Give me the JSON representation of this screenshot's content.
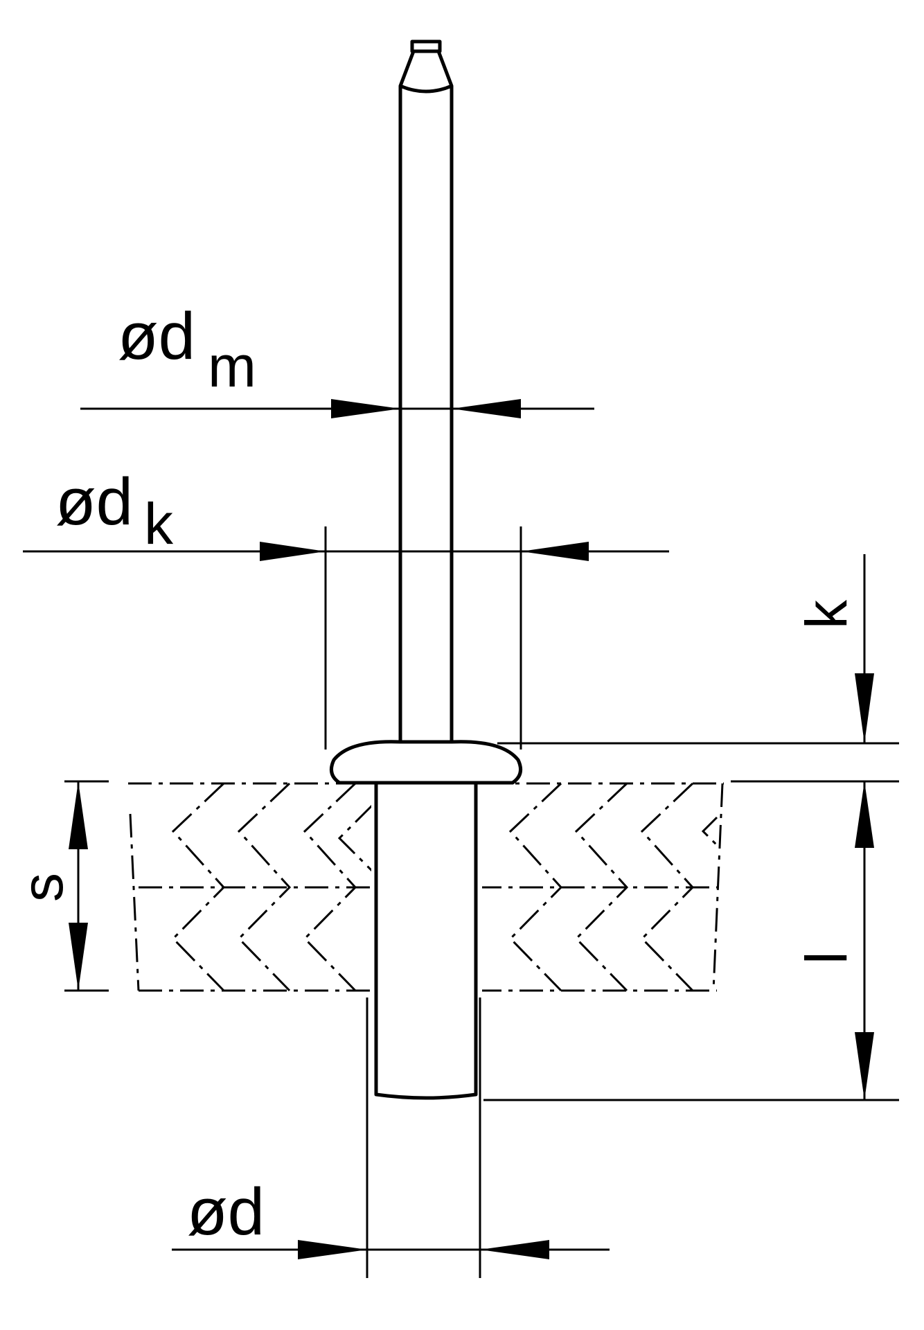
{
  "labels": {
    "d_m": {
      "main": "ød",
      "sub": "m"
    },
    "d_k": {
      "main": "ød",
      "sub": "k"
    },
    "d": "ød",
    "k": "k",
    "s": "s",
    "l": "l"
  },
  "colors": {
    "ink": "#000000",
    "background": "#ffffff"
  }
}
